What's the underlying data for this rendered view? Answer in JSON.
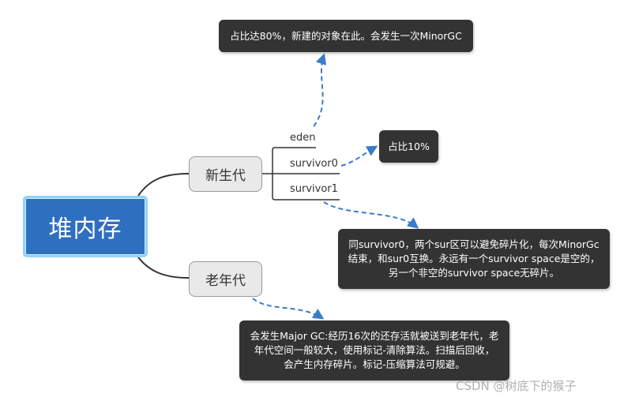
{
  "root": {
    "label": "堆内存"
  },
  "young_gen": {
    "label": "新生代",
    "children": [
      "eden",
      "survivor0",
      "survivor1"
    ]
  },
  "old_gen": {
    "label": "老年代"
  },
  "notes": {
    "eden": "占比达80%，新建的对象在此。会发生一次MinorGC",
    "survivor0": "占比10%",
    "survivor1": [
      "同survivor0，两个sur区可以避免碎片化，每次MinorGc",
      "结束，和sur0互换。永远有一个survivor space是空的，",
      "另一个非空的survivor space无碎片。"
    ],
    "old": [
      "会发生Major GC:经历16次的还存活就被送到老年代，老",
      "年代空间一般较大，使用标记-清除算法。扫描后回收，",
      "会产生内存碎片。标记-压缩算法可规避。"
    ]
  },
  "watermark": "CSDN @树底下的猴子",
  "colors": {
    "root_fill": "#2f6fc0",
    "root_border": "#8fd3f4",
    "topic_fill": "#e9e9e9",
    "note_fill": "#333333",
    "dash_arrow": "#3a7cc8",
    "connector": "#333333"
  }
}
